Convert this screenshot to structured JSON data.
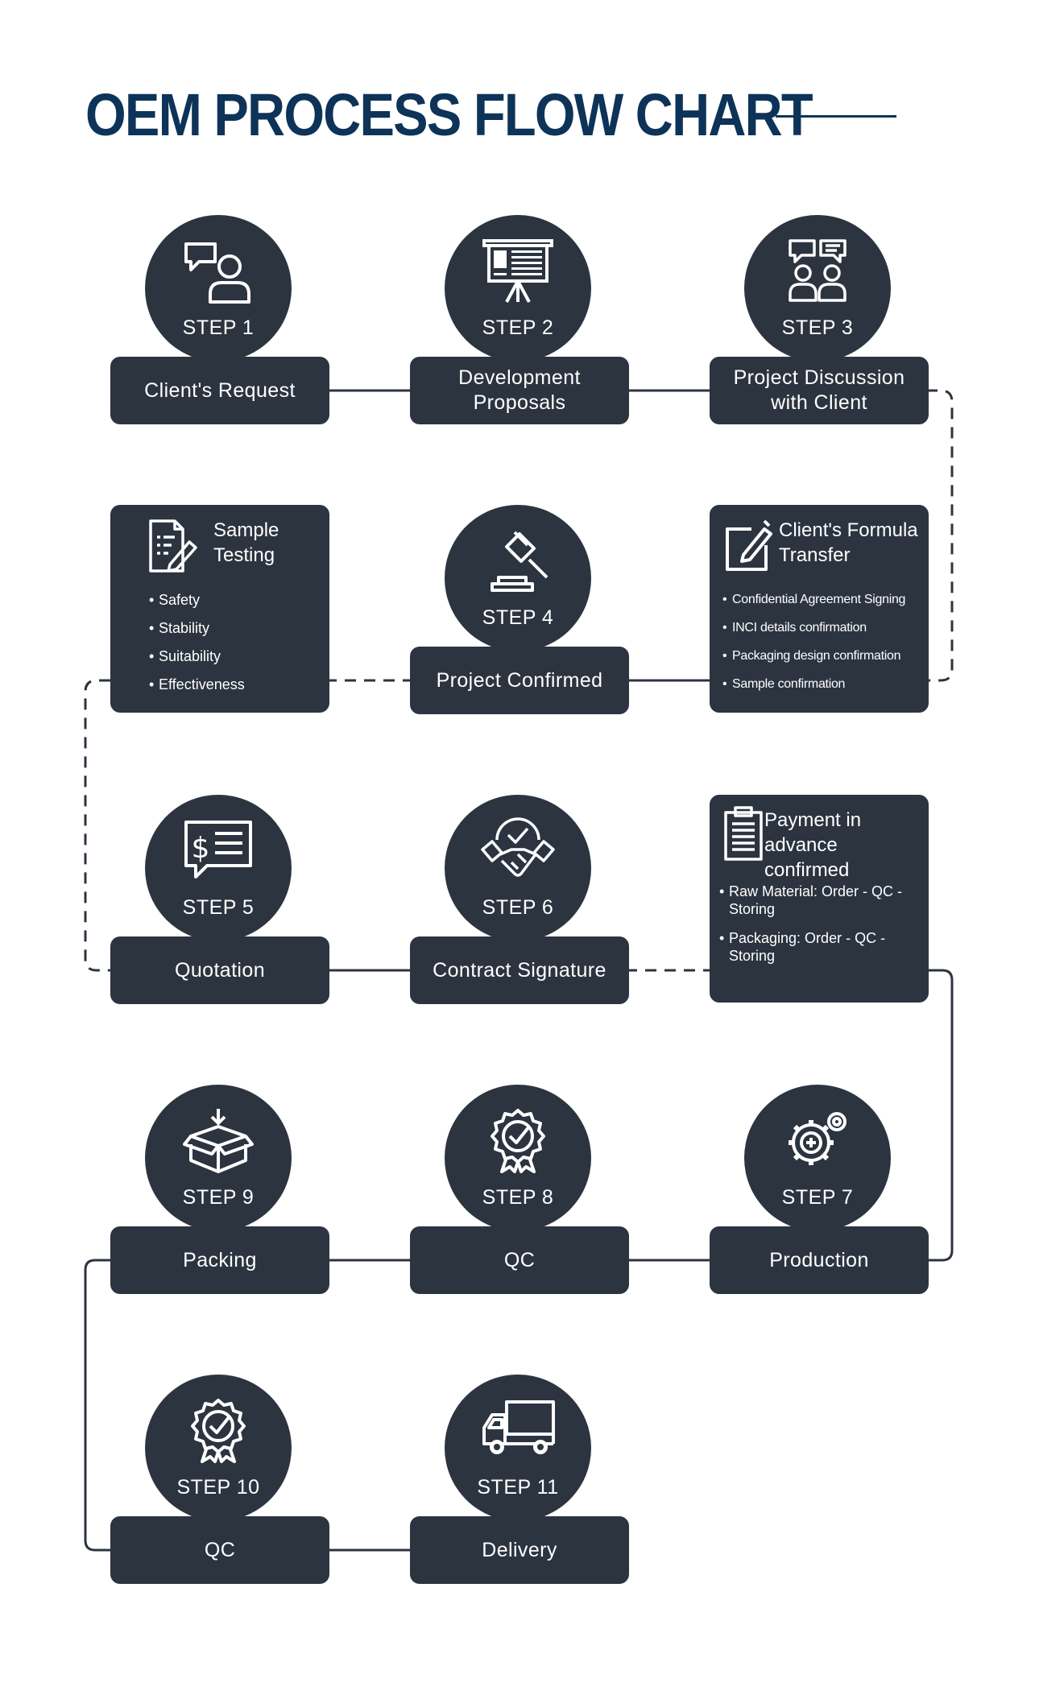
{
  "title": "OEM PROCESS FLOW CHART",
  "colors": {
    "title": "#0d3358",
    "box": "#2c3440",
    "line": "#2c3440",
    "text": "#ffffff"
  },
  "steps": [
    {
      "step": "STEP 1",
      "label": "Client's Request",
      "icon": "client-request-icon"
    },
    {
      "step": "STEP 2",
      "label": "Development Proposals",
      "icon": "presentation-board-icon"
    },
    {
      "step": "STEP 3",
      "label": "Project Discussion with Client",
      "icon": "discussion-icon"
    },
    {
      "step": "STEP 4",
      "label": "Project Confirmed",
      "icon": "gavel-icon"
    },
    {
      "step": "STEP 5",
      "label": "Quotation",
      "icon": "quotation-icon"
    },
    {
      "step": "STEP 6",
      "label": "Contract Signature",
      "icon": "handshake-icon"
    },
    {
      "step": "STEP 7",
      "label": "Production",
      "icon": "gears-icon"
    },
    {
      "step": "STEP 8",
      "label": "QC",
      "icon": "quality-badge-icon"
    },
    {
      "step": "STEP 9",
      "label": "Packing",
      "icon": "box-icon"
    },
    {
      "step": "STEP 10",
      "label": "QC",
      "icon": "quality-badge-icon"
    },
    {
      "step": "STEP 11",
      "label": "Delivery",
      "icon": "truck-icon"
    }
  ],
  "notes": {
    "sample_testing": {
      "title": "Sample Testing",
      "icon": "document-pen-icon",
      "items": [
        "Safety",
        "Stability",
        "Suitability",
        "Effectiveness"
      ]
    },
    "formula_transfer": {
      "title": "Client's Formula Transfer",
      "icon": "edit-icon",
      "items": [
        "Confidential Agreement Signing",
        "INCI details confirmation",
        "Packaging design confirmation",
        "Sample confirmation"
      ]
    },
    "payment": {
      "title": "Payment in advance confirmed",
      "icon": "clipboard-icon",
      "items": [
        "Raw Material: Order - QC - Storing",
        "Packaging: Order - QC - Storing"
      ]
    }
  }
}
